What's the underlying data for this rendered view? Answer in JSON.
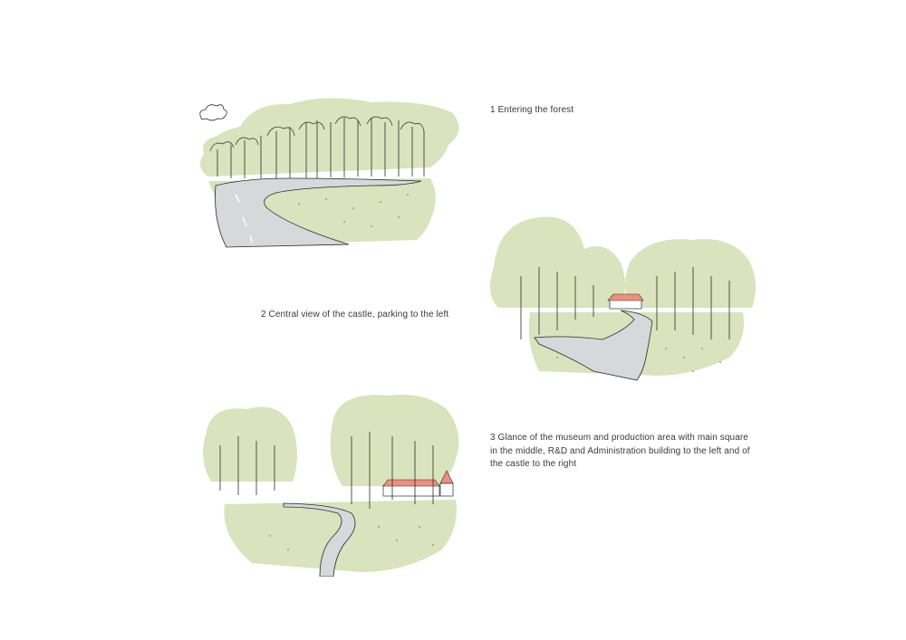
{
  "views": [
    {
      "caption": "1 Entering the forest"
    },
    {
      "caption": "2 Central view of the castle, parking to the left"
    },
    {
      "caption": "3 Glance of the museum and production area with main square in the middle, R&D and Administration building to the left and of the castle to the right"
    }
  ],
  "colors": {
    "foliage": "#d9e3bd",
    "road": "#d6d8dc",
    "roof": "#ef8f7e",
    "ink": "#2b2b2b"
  }
}
